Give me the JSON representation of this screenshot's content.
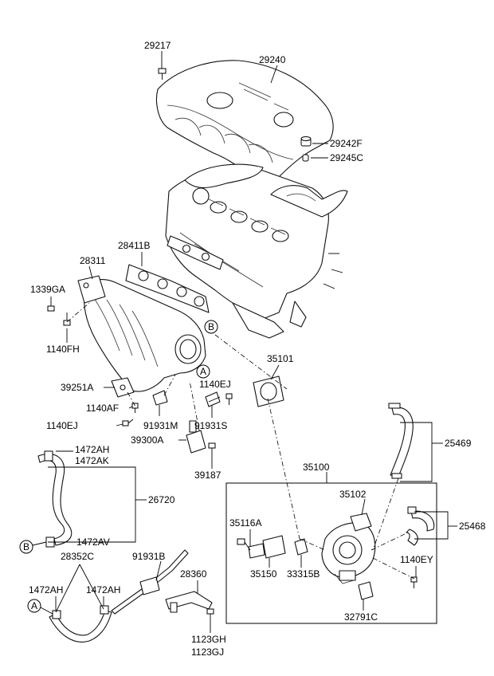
{
  "labels": {
    "p29217": "29217",
    "p29240": "29240",
    "p29242F": "29242F",
    "p29245C": "29245C",
    "p28411B": "28411B",
    "p28311": "28311",
    "p1339GA": "1339GA",
    "p1140FH": "1140FH",
    "p35101": "35101",
    "p39251A": "39251A",
    "p1140EJ_a": "1140EJ",
    "p1140AF": "1140AF",
    "p1140EJ_b": "1140EJ",
    "p91931M": "91931M",
    "p91931S": "91931S",
    "p39300A": "39300A",
    "p39187": "39187",
    "p25469": "25469",
    "p1472AH_a": "1472AH",
    "p1472AK": "1472AK",
    "p26720": "26720",
    "p1472AV": "1472AV",
    "p35100": "35100",
    "p35102": "35102",
    "p25468": "25468",
    "p35116A": "35116A",
    "p35150": "35150",
    "p33315B": "33315B",
    "p1140EY": "1140EY",
    "p32791C": "32791C",
    "p28352C": "28352C",
    "p91931B": "91931B",
    "p28360": "28360",
    "p1472AH_b": "1472AH",
    "p1472AH_c": "1472AH",
    "p1123GH": "1123GH",
    "p1123GJ": "1123GJ"
  },
  "markers": {
    "A_upper": "A",
    "B_upper": "B",
    "B_lower": "B",
    "A_lower": "A"
  }
}
